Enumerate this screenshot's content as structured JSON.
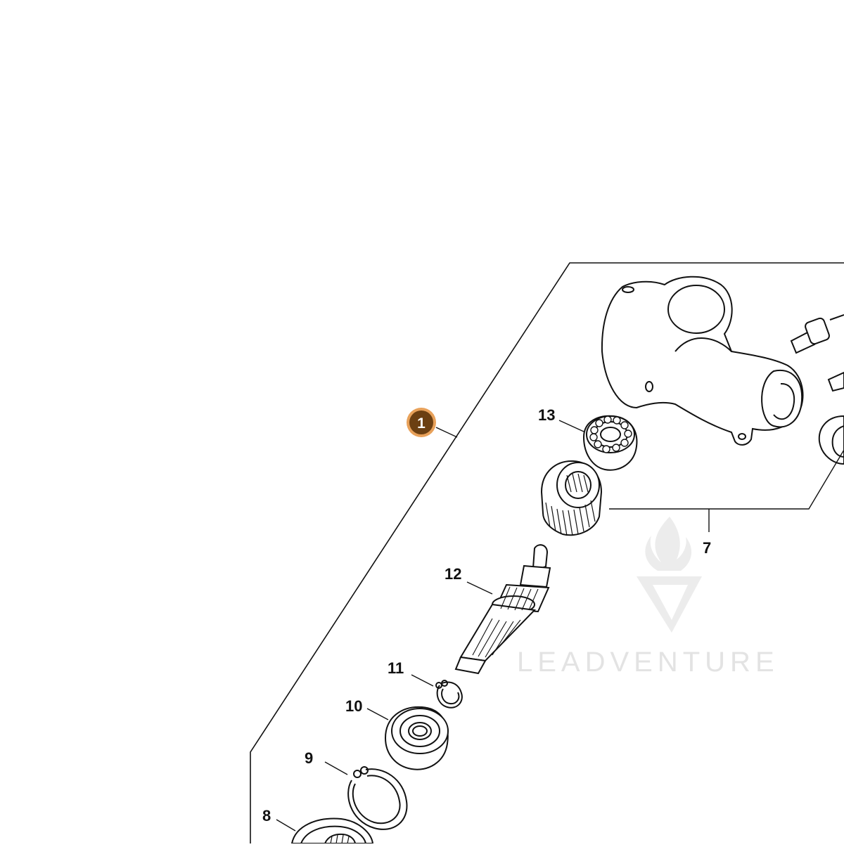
{
  "hotspot": {
    "label": "1",
    "color_fill": "#6b3f12",
    "color_ring": "#e8a15a"
  },
  "callouts": [
    {
      "id": "13",
      "label": "13"
    },
    {
      "id": "12",
      "label": "12"
    },
    {
      "id": "11",
      "label": "11"
    },
    {
      "id": "10",
      "label": "10"
    },
    {
      "id": "9",
      "label": "9"
    },
    {
      "id": "8",
      "label": "8"
    },
    {
      "id": "7",
      "label": "7"
    }
  ],
  "watermark": {
    "text": "LEADVENTURE",
    "color": "#e3e3e3"
  },
  "line_color": "#111111"
}
